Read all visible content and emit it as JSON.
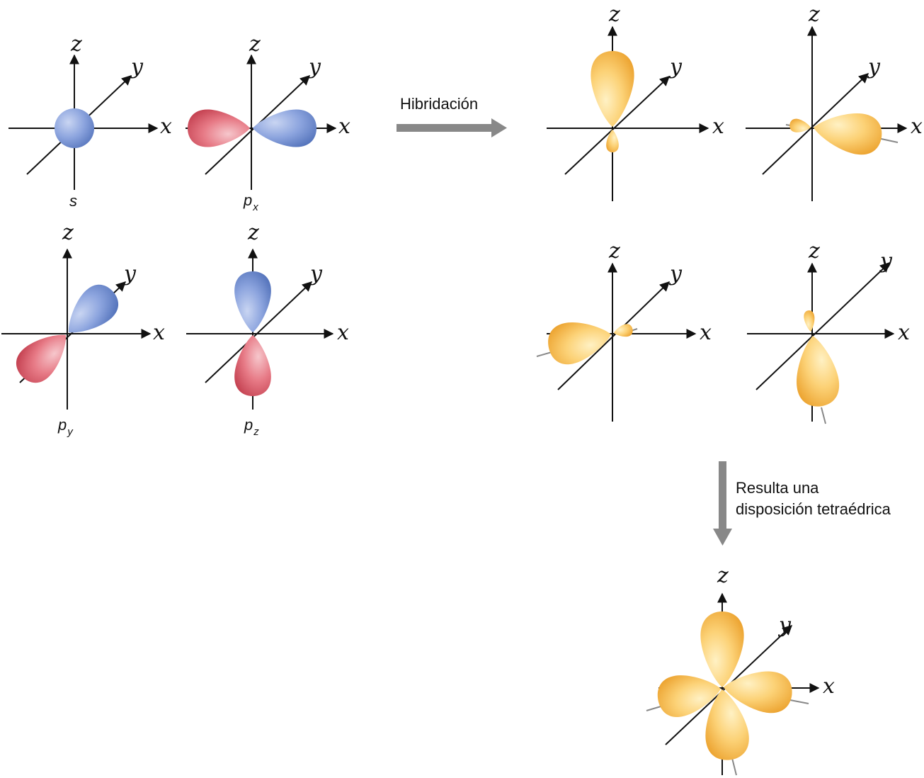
{
  "axes": {
    "x": "x",
    "y": "y",
    "z": "z"
  },
  "orbitals": {
    "s": {
      "letter": "s",
      "sub": ""
    },
    "px": {
      "letter": "p",
      "sub": "x"
    },
    "py": {
      "letter": "p",
      "sub": "y"
    },
    "pz": {
      "letter": "p",
      "sub": "z"
    }
  },
  "labels": {
    "hybridization": "Hibridación",
    "result_line1": "Resulta una",
    "result_line2": "disposición tetraédrica"
  },
  "colors": {
    "positive_lobe": "#6f8fd6",
    "negative_lobe": "#e0606e",
    "hybrid_lobe": "#f7b43a",
    "arrow": "#888888"
  }
}
